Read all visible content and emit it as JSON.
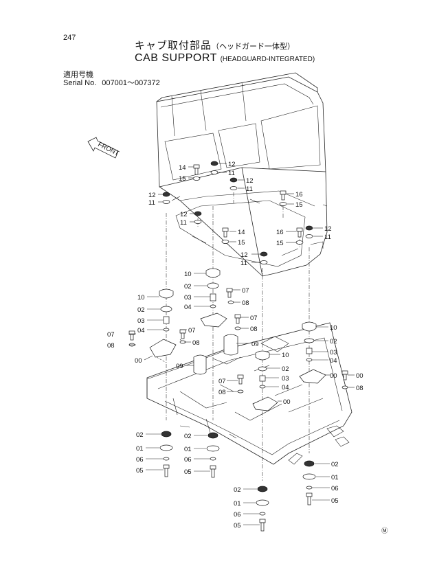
{
  "page_number": "247",
  "title_jp": "キャブ取付部品",
  "title_jp_sub": "（ヘッドガード一体型）",
  "title_en": "CAB SUPPORT",
  "title_en_sub": "(HEADGUARD-INTEGRATED)",
  "serial_label_jp": "適用号機",
  "serial_label_en": "Serial No.",
  "serial_range": "007001～007372",
  "front_label": "FRONT",
  "corner_mark": "Ⓜ",
  "callouts": {
    "c14a": "14",
    "c15a": "15",
    "c12a": "12",
    "c11a": "11",
    "c12b": "12",
    "c11b": "11",
    "c12c": "12",
    "c11c": "11",
    "c12d": "12",
    "c11d": "11",
    "c16a": "16",
    "c15b": "15",
    "c14b": "14",
    "c15c": "15",
    "c16b": "16",
    "c15d": "15",
    "c12e": "12",
    "c11e": "11",
    "c12f": "12",
    "c11f": "11",
    "c10a": "10",
    "c02a": "02",
    "c03a": "03",
    "c04a": "04",
    "c07a": "07",
    "c08a": "08",
    "c07b": "07",
    "c08b": "08",
    "c10b": "10",
    "c02b": "02",
    "c03b": "03",
    "c04b": "04",
    "c07c": "07",
    "c08c": "08",
    "c00a": "00",
    "c09a": "09",
    "c09b": "09",
    "c10c": "10",
    "c02c": "02",
    "c03c": "03",
    "c04c": "04",
    "c00b": "00",
    "c07d": "07",
    "c08d": "08",
    "c10d": "10",
    "c02d": "02",
    "c03d": "03",
    "c04d": "04",
    "c00c": "00",
    "c07e": "07",
    "c08e": "08",
    "c00d": "00",
    "c02e": "02",
    "c01e": "01",
    "c06e": "06",
    "c05e": "05",
    "c02f": "02",
    "c01f": "01",
    "c06f": "06",
    "c05f": "05",
    "c02g": "02",
    "c01g": "01",
    "c06g": "06",
    "c05g": "05",
    "c02h": "02",
    "c01h": "01",
    "c06h": "06",
    "c05h": "05"
  }
}
